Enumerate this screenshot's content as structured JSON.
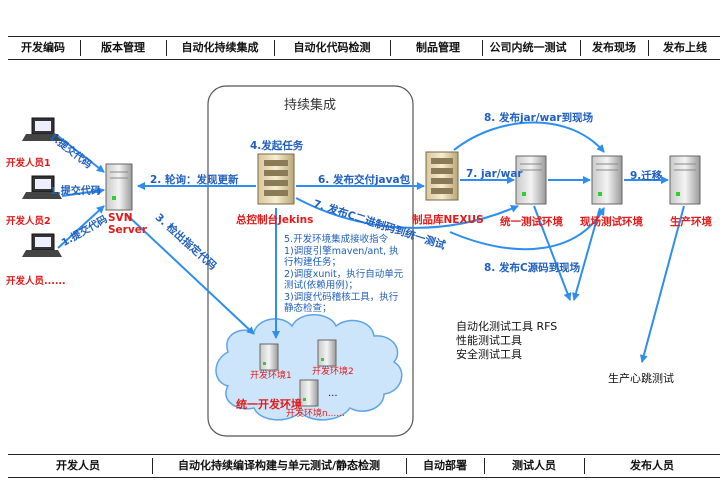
{
  "top_band": [
    "开发编码",
    "版本管理",
    "自动化持续集成",
    "自动化代码检测",
    "制品管理",
    "公司内统一测试",
    "发布现场",
    "发布上线"
  ],
  "bottom_band": [
    "开发人员",
    "自动化持续编译构建与单元测试/静态检测",
    "自动部署",
    "测试人员",
    "发布人员"
  ],
  "ci_box_title": "持续集成",
  "developers": [
    "开发人员1",
    "开发人员2",
    "开发人员......"
  ],
  "commit_labels": [
    "1.提交代码",
    "1.提交代码",
    "1.提交代码"
  ],
  "svn": "SVN\nServer",
  "jenkins": "总控制台Jekins",
  "nexus": "制品库NEXUS",
  "unified_test_env": "统一测试环境",
  "onsite_test_env": "现场测试环境",
  "production_env": "生产环境",
  "steps": {
    "poll": "2. 轮询：发现更新",
    "checkout": "3. 检出指定代码",
    "launch": "4.发起任务",
    "publish_java": "6. 发布交付java包",
    "publish_c": "7. 发布C二进制码到统一测试",
    "jar_war": "7. jar/war",
    "publish_site": "8. 发布jar/war到现场",
    "c_source": "8. 发布C源码到现场",
    "migrate": "9.迁移"
  },
  "dev_cmds": "5.开发环境集成接收指令\n1)调度引擎maven/ant, 执\n行构建任务；\n2)调度xunit，执行自动单元\n测试(依赖用例)；\n3)调度代码稽核工具，执行\n静态检查；",
  "dev_cloud_title": "统一开发环境",
  "dev_envs": [
    "开发环境1",
    "开发环境2",
    "开发环境n......"
  ],
  "ellipsis": "...",
  "test_tools": [
    "自动化测试工具 RFS",
    "性能测试工具",
    "安全测试工具"
  ],
  "heartbeat": "生产心跳测试",
  "colors": {
    "arrow": "#2e8ef0",
    "red": "#e21a1a",
    "blue": "#1f5fbf"
  }
}
